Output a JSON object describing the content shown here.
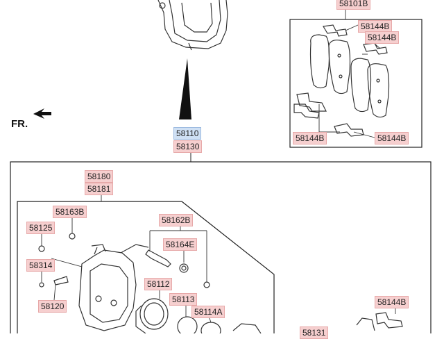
{
  "orientation": {
    "text": "FR."
  },
  "labels": {
    "kit_top": "58101B",
    "pad_clip_1": "58144B",
    "pad_clip_2": "58144B",
    "pad_clip_3": "58144B",
    "pad_clip_4": "58144B",
    "pad_clip_5": "58144B",
    "caliper_assy_1": "58110",
    "caliper_assy_2": "58130",
    "carrier_1": "58180",
    "carrier_2": "58181",
    "bleeder_bolt": "58163B",
    "guide_pin_bolt": "58162B",
    "cap": "58125",
    "boot": "58164E",
    "bolt_314": "58314",
    "piston": "58112",
    "seal": "58113",
    "dust_boot": "58114A",
    "bolt_120": "58120",
    "pad_kit_bottom": "58131"
  }
}
